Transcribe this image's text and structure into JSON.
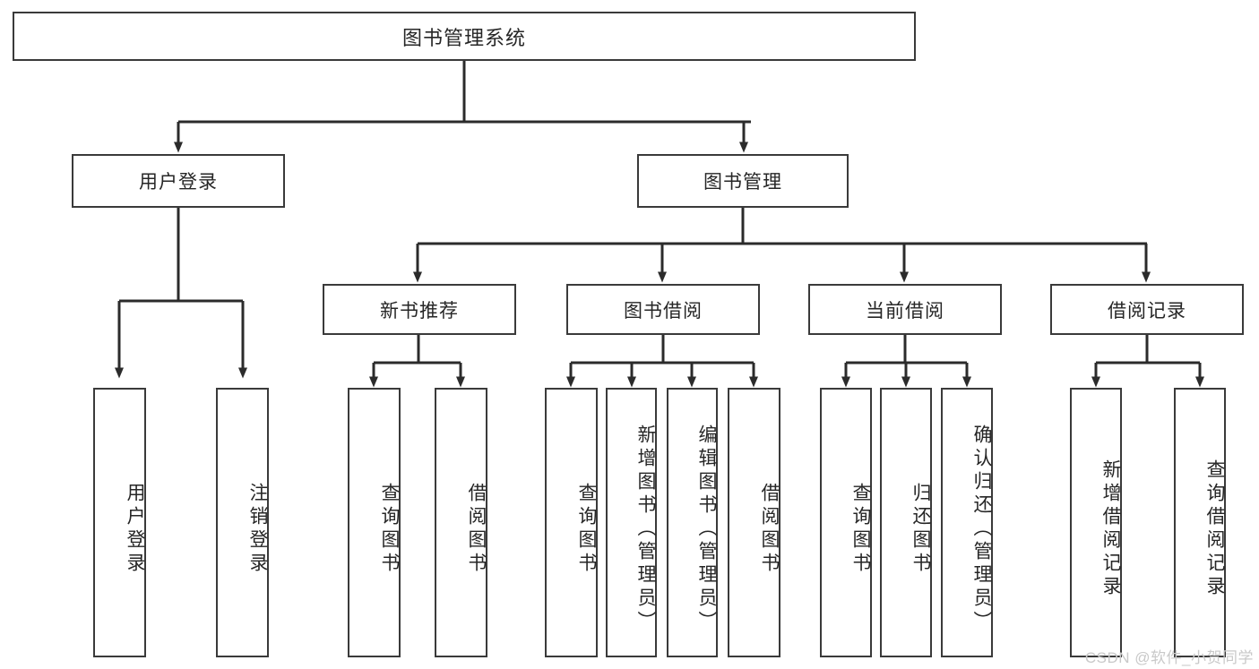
{
  "diagram": {
    "title": "图书管理系统",
    "watermark": "CSDN @软件_小贺同学",
    "colors": {
      "box_border": "#3a3a3a",
      "box_fill": "#ffffff",
      "connector": "#2b2b2b",
      "text": "#262626",
      "watermark": "#c9c9c9"
    },
    "root": {
      "label": "图书管理系统"
    },
    "level2": [
      {
        "label": "用户登录"
      },
      {
        "label": "图书管理"
      }
    ],
    "level3": [
      {
        "label": "新书推荐"
      },
      {
        "label": "图书借阅"
      },
      {
        "label": "当前借阅"
      },
      {
        "label": "借阅记录"
      }
    ],
    "leaves": {
      "user_login": [
        {
          "label": "用户登录"
        },
        {
          "label": "注销登录"
        }
      ],
      "new_book_recommend": [
        {
          "label": "查询图书"
        },
        {
          "label": "借阅图书"
        }
      ],
      "book_borrow": [
        {
          "label": "查询图书"
        },
        {
          "label": "新增图书（管理员）"
        },
        {
          "label": "编辑图书（管理员）"
        },
        {
          "label": "借阅图书"
        }
      ],
      "current_borrow": [
        {
          "label": "查询图书"
        },
        {
          "label": "归还图书"
        },
        {
          "label": "确认归还（管理员）"
        }
      ],
      "borrow_records": [
        {
          "label": "新增借阅记录"
        },
        {
          "label": "查询借阅记录"
        }
      ]
    }
  }
}
